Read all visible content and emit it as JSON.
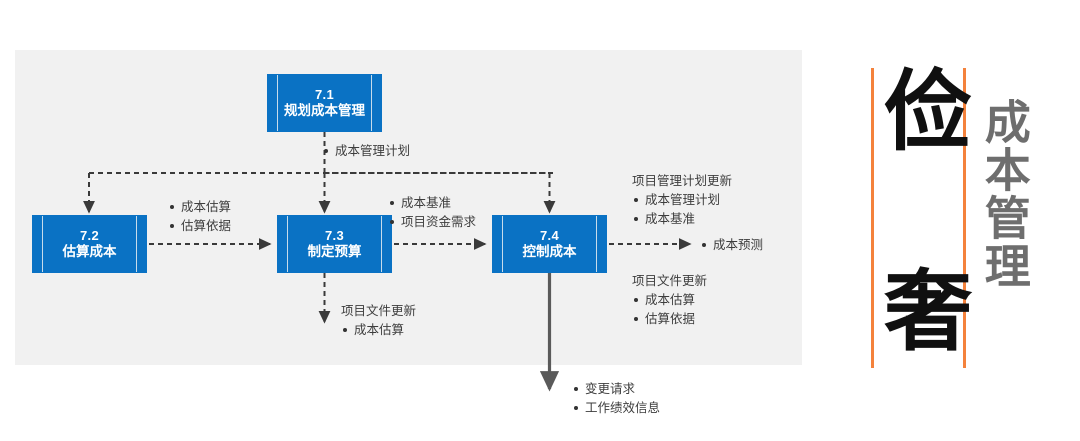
{
  "diagram": {
    "type": "process-flow",
    "background_color": "#f1f1f1",
    "accent_color": "#0a72c4",
    "boxes": [
      {
        "id": "7.1",
        "number": "7.1",
        "name": "规划成本管理"
      },
      {
        "id": "7.2",
        "number": "7.2",
        "name": "估算成本"
      },
      {
        "id": "7.3",
        "number": "7.3",
        "name": "制定预算"
      },
      {
        "id": "7.4",
        "number": "7.4",
        "name": "控制成本"
      }
    ],
    "annotations": {
      "cost_mgmt_plan": {
        "items": [
          "成本管理计划"
        ]
      },
      "estimate_outputs": {
        "items": [
          "成本估算",
          "估算依据"
        ]
      },
      "budget_outputs": {
        "items": [
          "成本基准",
          "项目资金需求"
        ]
      },
      "pm_plan_updates": {
        "header": "项目管理计划更新",
        "items": [
          "成本管理计划",
          "成本基准"
        ]
      },
      "forecast": {
        "items": [
          "成本预测"
        ]
      },
      "doc_updates_74": {
        "header": "项目文件更新",
        "items": [
          "成本估算",
          "估算依据"
        ]
      },
      "doc_updates_73": {
        "header": "项目文件更新",
        "items": [
          "成本估算"
        ]
      },
      "control_outputs": {
        "items": [
          "变更请求",
          "工作绩效信息"
        ]
      }
    }
  },
  "title_block": {
    "accent_color": "#f4823c",
    "big_chars": [
      "俭",
      "奢"
    ],
    "vertical_title": "成本管理"
  }
}
